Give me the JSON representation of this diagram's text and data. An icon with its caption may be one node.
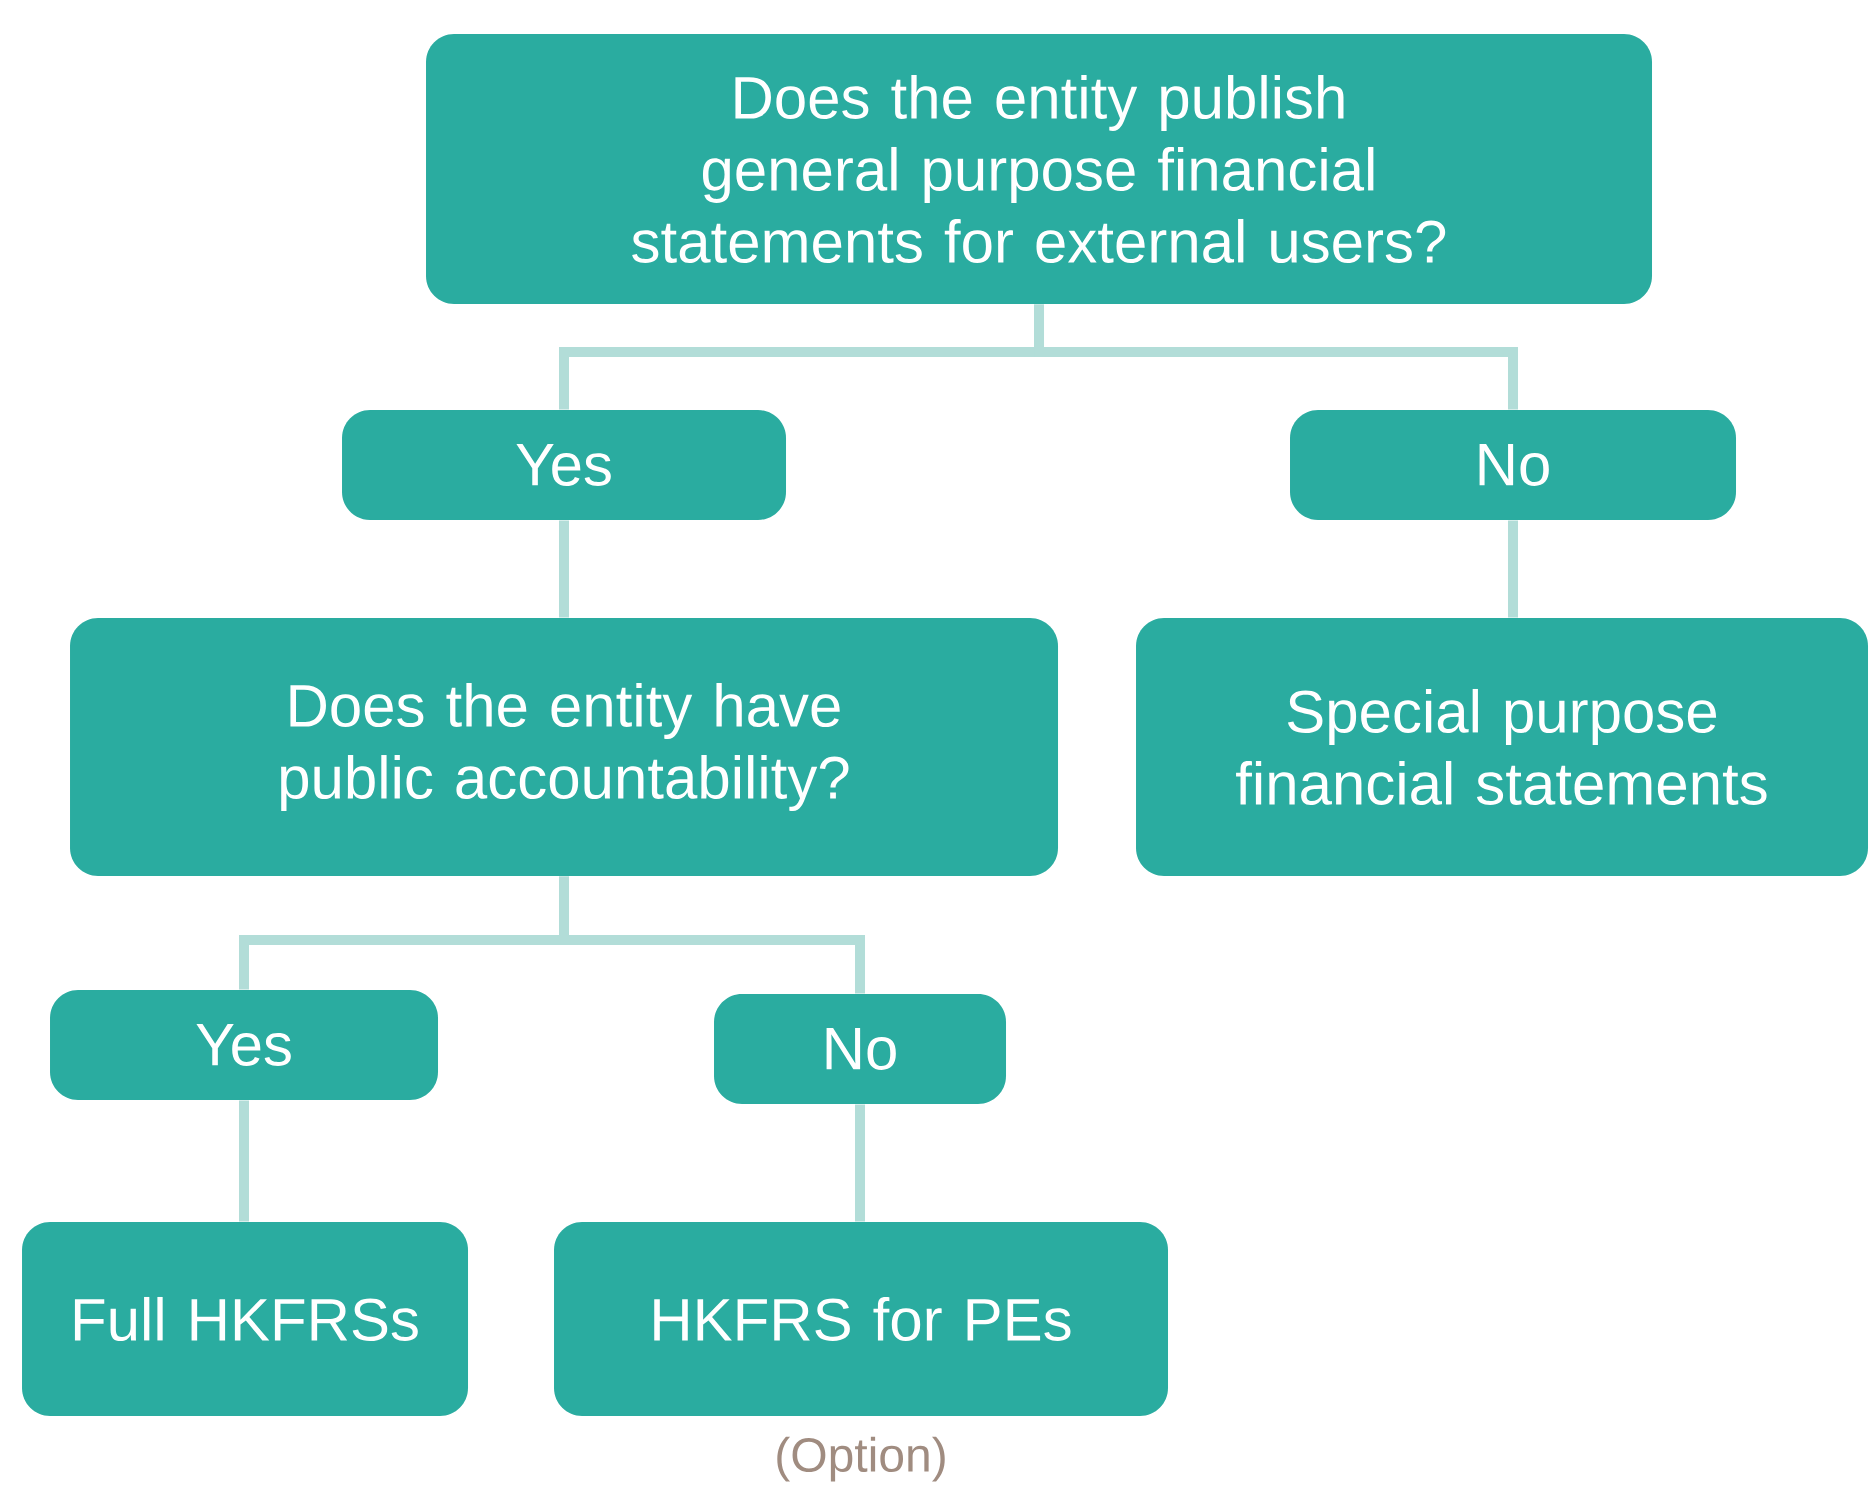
{
  "diagram": {
    "nodes": [
      {
        "text": [
          "Does the entity publish general purpose financial statements for external users?"
        ]
      },
      {
        "text": [
          "Yes"
        ]
      },
      {
        "text": [
          "No"
        ]
      },
      {
        "text": [
          "Does the entity have public accountability?"
        ]
      },
      {
        "text": [
          "Special purpose financial statements"
        ]
      },
      {
        "text": [
          "Yes"
        ]
      },
      {
        "text": [
          "No"
        ]
      },
      {
        "text": [
          "Full HKFRSs"
        ]
      },
      {
        "text": [
          "HKFRS for PEs"
        ],
        "beside": [
          "(Option)"
        ]
      }
    ],
    "edges": [
      {
        "from": 0,
        "to": 1,
        "arrow": "none"
      },
      {
        "from": 0,
        "to": 2,
        "arrow": "none"
      },
      {
        "from": 1,
        "to": 3,
        "arrow": "none"
      },
      {
        "from": 2,
        "to": 4,
        "arrow": "none"
      },
      {
        "from": 3,
        "to": 5,
        "arrow": "none"
      },
      {
        "from": 3,
        "to": 6,
        "arrow": "none"
      },
      {
        "from": 5,
        "to": 7,
        "arrow": "none"
      },
      {
        "from": 6,
        "to": 8,
        "arrow": "none"
      }
    ]
  }
}
